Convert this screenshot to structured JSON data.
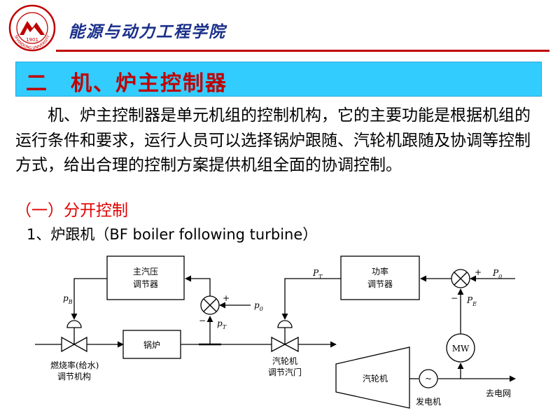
{
  "header": {
    "school_name": "能源与动力工程学院",
    "logo_year": "1901",
    "logo_university": "SHANDONG UNIVERSITY"
  },
  "title": "二　机、炉主控制器",
  "paragraph": "机、炉主控制器是单元机组的控制机构，它的主要功能是根据机组的运行条件和要求，运行人员可以选择锅炉跟随、汽轮机跟随及协调等控制方式，给出合理的控制方案提供机组全面的协调控制。",
  "subheading": "（一）分开控制",
  "item": "1、炉跟机（BF  boiler following turbine）",
  "diagram": {
    "main_pressure_regulator": [
      "主汽压",
      "调节器"
    ],
    "power_regulator": [
      "功率",
      "调节器"
    ],
    "boiler": "锅炉",
    "turbine": "汽轮机",
    "generator_symbol": "~",
    "mw_meter": "MW",
    "fuel_rate": "燃烧率(给水)",
    "fuel_mechanism": "调节机构",
    "turbine_valve": [
      "汽轮机",
      "调节汽门"
    ],
    "generator": "发电机",
    "to_grid": "去电网",
    "pB": "p",
    "pB_sub": "B",
    "p0_left": "p",
    "p0_left_sub": "0",
    "pT_left": "p",
    "pT_left_sub": "T",
    "PT_right": "P",
    "PT_right_sub": "T",
    "P0_right": "P",
    "P0_right_sub": "0",
    "PE": "P",
    "PE_sub": "E",
    "plus": "+",
    "minus": "−"
  }
}
